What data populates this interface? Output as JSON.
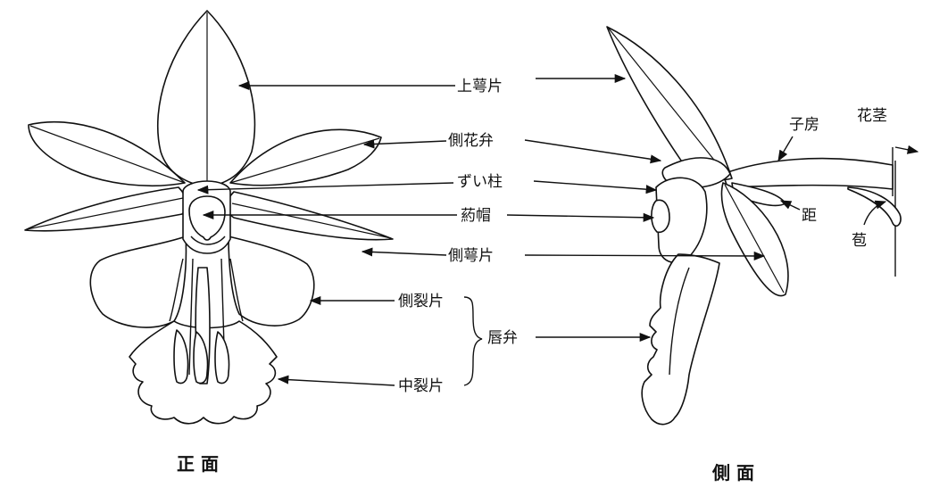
{
  "labels": {
    "upper_sepal": "上萼片",
    "lateral_petal": "側花弁",
    "column": "ずい柱",
    "anther_cap": "葯帽",
    "lateral_sepal": "側萼片",
    "lateral_lobe": "側裂片",
    "labellum": "唇弁",
    "middle_lobe": "中裂片",
    "ovary": "子房",
    "stem": "花茎",
    "spur": "距",
    "bract": "苞"
  },
  "captions": {
    "front": "正 面",
    "side": "側 面"
  }
}
